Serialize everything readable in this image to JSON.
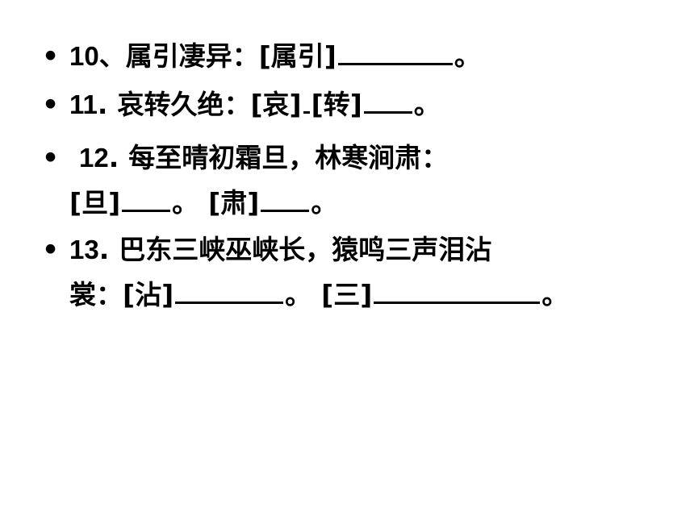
{
  "bullet_glyph": "•",
  "items": [
    {
      "number": "10",
      "separator": "、",
      "phrase": "属引凄异：",
      "term1": "[属引]",
      "end": "。"
    },
    {
      "number": "11",
      "separator": ".",
      "phrase": "哀转久绝：",
      "term1": "[哀]",
      "term2": "[转]",
      "end": "。"
    },
    {
      "number": "12",
      "separator": ".",
      "phrase": "每至晴初霜旦，林寒涧肃：",
      "term1": "[旦]",
      "mid": "。",
      "term2": "[肃]",
      "end": "。"
    },
    {
      "number": "13",
      "separator": ".",
      "phrase_line1": "巴东三峡巫峡长，猿鸣三声泪沾",
      "phrase_line2": "裳：",
      "term1": "[沾]",
      "mid": "。",
      "term2": "[三]",
      "end": "。"
    }
  ]
}
